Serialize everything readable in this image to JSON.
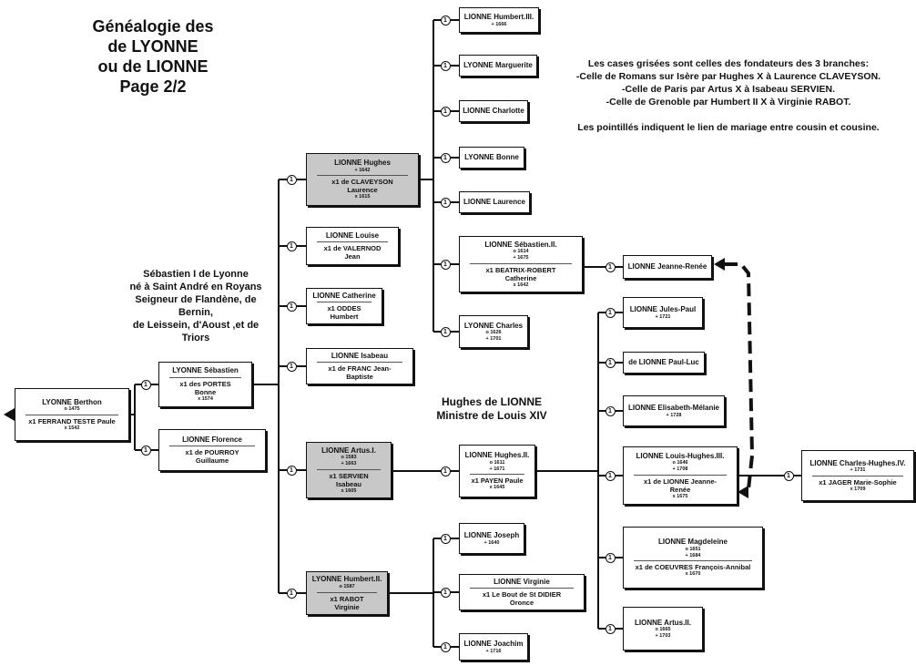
{
  "title": [
    "Généalogie des",
    "de LYONNE",
    "ou de LIONNE",
    "Page 2/2"
  ],
  "legend": [
    "Les cases grisées sont celles des fondateurs des 3 branches:",
    "-Celle de Romans sur Isère par Hughes X à Laurence CLAVEYSON.",
    "-Celle  de Paris par Artus X à Isabeau SERVIEN.",
    "-Celle de Grenoble par Humbert II X à Virginie RABOT.",
    "",
    "Les pointillés indiquent le lien de mariage entre cousin et cousine."
  ],
  "annotations": {
    "sebastien": [
      "Sébastien I de Lyonne",
      "né à Saint André en Royans",
      "Seigneur de Flandène, de",
      "Bernin,",
      "de Leissein, d'Aoust ,et de",
      "Triors"
    ],
    "hughes": [
      "Hughes de LIONNE",
      "Ministre de Louis XIV"
    ]
  },
  "badge_label": "1",
  "persons": {
    "berthon": {
      "name": "LYONNE Berthon",
      "dates": [
        "o 1475"
      ],
      "spouse": "x1 FERRAND TESTE Paule",
      "spouse_dates": [
        "x 1542"
      ],
      "grey": false
    },
    "sebastien": {
      "name": "LYONNE Sébastien",
      "dates": [],
      "spouse": "x1 des PORTES Bonne",
      "spouse_dates": [
        "x 1574"
      ],
      "grey": false
    },
    "florence": {
      "name": "LIONNE Florence",
      "dates": [],
      "spouse": "x1 de POURROY Guillaume",
      "spouse_dates": [],
      "grey": false
    },
    "hughes": {
      "name": "LIONNE Hughes",
      "dates": [
        "+ 1642"
      ],
      "spouse": "x1 de CLAVEYSON Laurence",
      "spouse_dates": [
        "x 1615"
      ],
      "grey": true
    },
    "louise": {
      "name": "LIONNE Louise",
      "dates": [],
      "spouse": "x1 de VALERNOD Jean",
      "spouse_dates": [],
      "grey": false
    },
    "catherine": {
      "name": "LIONNE Catherine",
      "dates": [],
      "spouse": "x1 ODDES Humbert",
      "spouse_dates": [],
      "grey": false
    },
    "isabeau": {
      "name": "LIONNE Isabeau",
      "dates": [],
      "spouse": "x1 de FRANC Jean-Baptiste",
      "spouse_dates": [],
      "grey": false
    },
    "artus1": {
      "name": "LIONNE Artus.I.",
      "dates": [
        "o 1583",
        "+ 1663"
      ],
      "spouse": "x1 SERVIEN Isabeau",
      "spouse_dates": [
        "x 1605"
      ],
      "grey": true
    },
    "humbert2": {
      "name": "LYONNE Humbert.II.",
      "dates": [
        "o 1587"
      ],
      "spouse": "x1 RABOT Virginie",
      "spouse_dates": [],
      "grey": true
    },
    "humbert3": {
      "name": "LIONNE Humbert.III.",
      "dates": [
        "+ 1666"
      ],
      "spouse": "",
      "spouse_dates": [],
      "grey": false
    },
    "marguerite": {
      "name": "LYONNE Marguerite",
      "dates": [],
      "spouse": "",
      "spouse_dates": [],
      "grey": false
    },
    "charlotte": {
      "name": "LIONNE Charlotte",
      "dates": [],
      "spouse": "",
      "spouse_dates": [],
      "grey": false
    },
    "bonne": {
      "name": "LYONNE Bonne",
      "dates": [],
      "spouse": "",
      "spouse_dates": [],
      "grey": false
    },
    "laurence": {
      "name": "LIONNE Laurence",
      "dates": [],
      "spouse": "",
      "spouse_dates": [],
      "grey": false
    },
    "sebastien2": {
      "name": "LIONNE Sébastien.II.",
      "dates": [
        "o 1614",
        "+ 1675"
      ],
      "spouse": "x1 BEATRIX-ROBERT Catherine",
      "spouse_dates": [
        "x 1642"
      ],
      "grey": false
    },
    "charles": {
      "name": "LYONNE Charles",
      "dates": [
        "o 1626",
        "+ 1701"
      ],
      "spouse": "",
      "spouse_dates": [],
      "grey": false
    },
    "hughes2": {
      "name": "LIONNE Hughes.II.",
      "dates": [
        "o 1611",
        "+ 1671"
      ],
      "spouse": "x1 PAYEN Paule",
      "spouse_dates": [
        "x 1645"
      ],
      "grey": false
    },
    "joseph": {
      "name": "LIONNE Joseph",
      "dates": [
        "+ 1640"
      ],
      "spouse": "",
      "spouse_dates": [],
      "grey": false
    },
    "virginie": {
      "name": "LIONNE Virginie",
      "dates": [],
      "spouse": "x1 Le Bout de St DIDIER Oronce",
      "spouse_dates": [],
      "grey": false
    },
    "joachim": {
      "name": "LIONNE Joachim",
      "dates": [
        "+ 1716"
      ],
      "spouse": "",
      "spouse_dates": [],
      "grey": false
    },
    "jeanne_renee": {
      "name": "LIONNE Jeanne-Renée",
      "dates": [],
      "spouse": "",
      "spouse_dates": [],
      "grey": false
    },
    "jules_paul": {
      "name": "LIONNE Jules-Paul",
      "dates": [
        "+ 1721"
      ],
      "spouse": "",
      "spouse_dates": [],
      "grey": false
    },
    "paul_luc": {
      "name": "de LIONNE Paul-Luc",
      "dates": [],
      "spouse": "",
      "spouse_dates": [],
      "grey": false
    },
    "elisabeth": {
      "name": "LIONNE Elisabeth-Mélanie",
      "dates": [
        "+ 1728"
      ],
      "spouse": "",
      "spouse_dates": [],
      "grey": false
    },
    "louis_hughes3": {
      "name": "LIONNE Louis-Hughes.III.",
      "dates": [
        "o 1646",
        "+ 1708"
      ],
      "spouse": "x1 de LIONNE Jeanne-Renée",
      "spouse_dates": [
        "x 1675"
      ],
      "grey": false
    },
    "magdeleine": {
      "name": "LIONNE Magdeleine",
      "dates": [
        "o 1651",
        "+ 1684"
      ],
      "spouse": "x1 de COEUVRES François-Annibal",
      "spouse_dates": [
        "x 1670"
      ],
      "grey": false
    },
    "artus2": {
      "name": "LIONNE Artus.II.",
      "dates": [
        "o 1665",
        "+ 1703"
      ],
      "spouse": "",
      "spouse_dates": [],
      "grey": false
    },
    "charles_hughes4": {
      "name": "LIONNE Charles-Hughes.IV.",
      "dates": [
        "+ 1731"
      ],
      "spouse": "x1 JAGER Marie-Sophie",
      "spouse_dates": [
        "x 1709"
      ],
      "grey": false
    }
  },
  "colors": {
    "grey_box": "#c8c8c8",
    "line": "#111111"
  }
}
